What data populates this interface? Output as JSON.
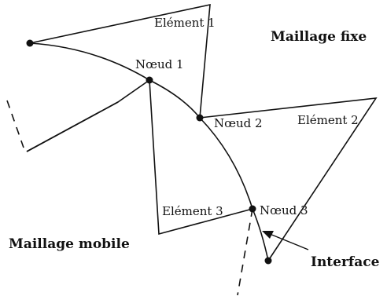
{
  "labels": {
    "element_1": "Elément 1",
    "element_2": "Elément 2",
    "element_3": "Elément 3",
    "noeud_1": "Nœud 1",
    "noeud_2": "Nœud 2",
    "noeud_3": "Nœud 3",
    "maillage_fixe": "Maillage fixe",
    "maillage_mobile": "Maillage mobile",
    "interface": "Interface"
  },
  "colors": {
    "stroke": "#111111",
    "background": "#ffffff"
  }
}
